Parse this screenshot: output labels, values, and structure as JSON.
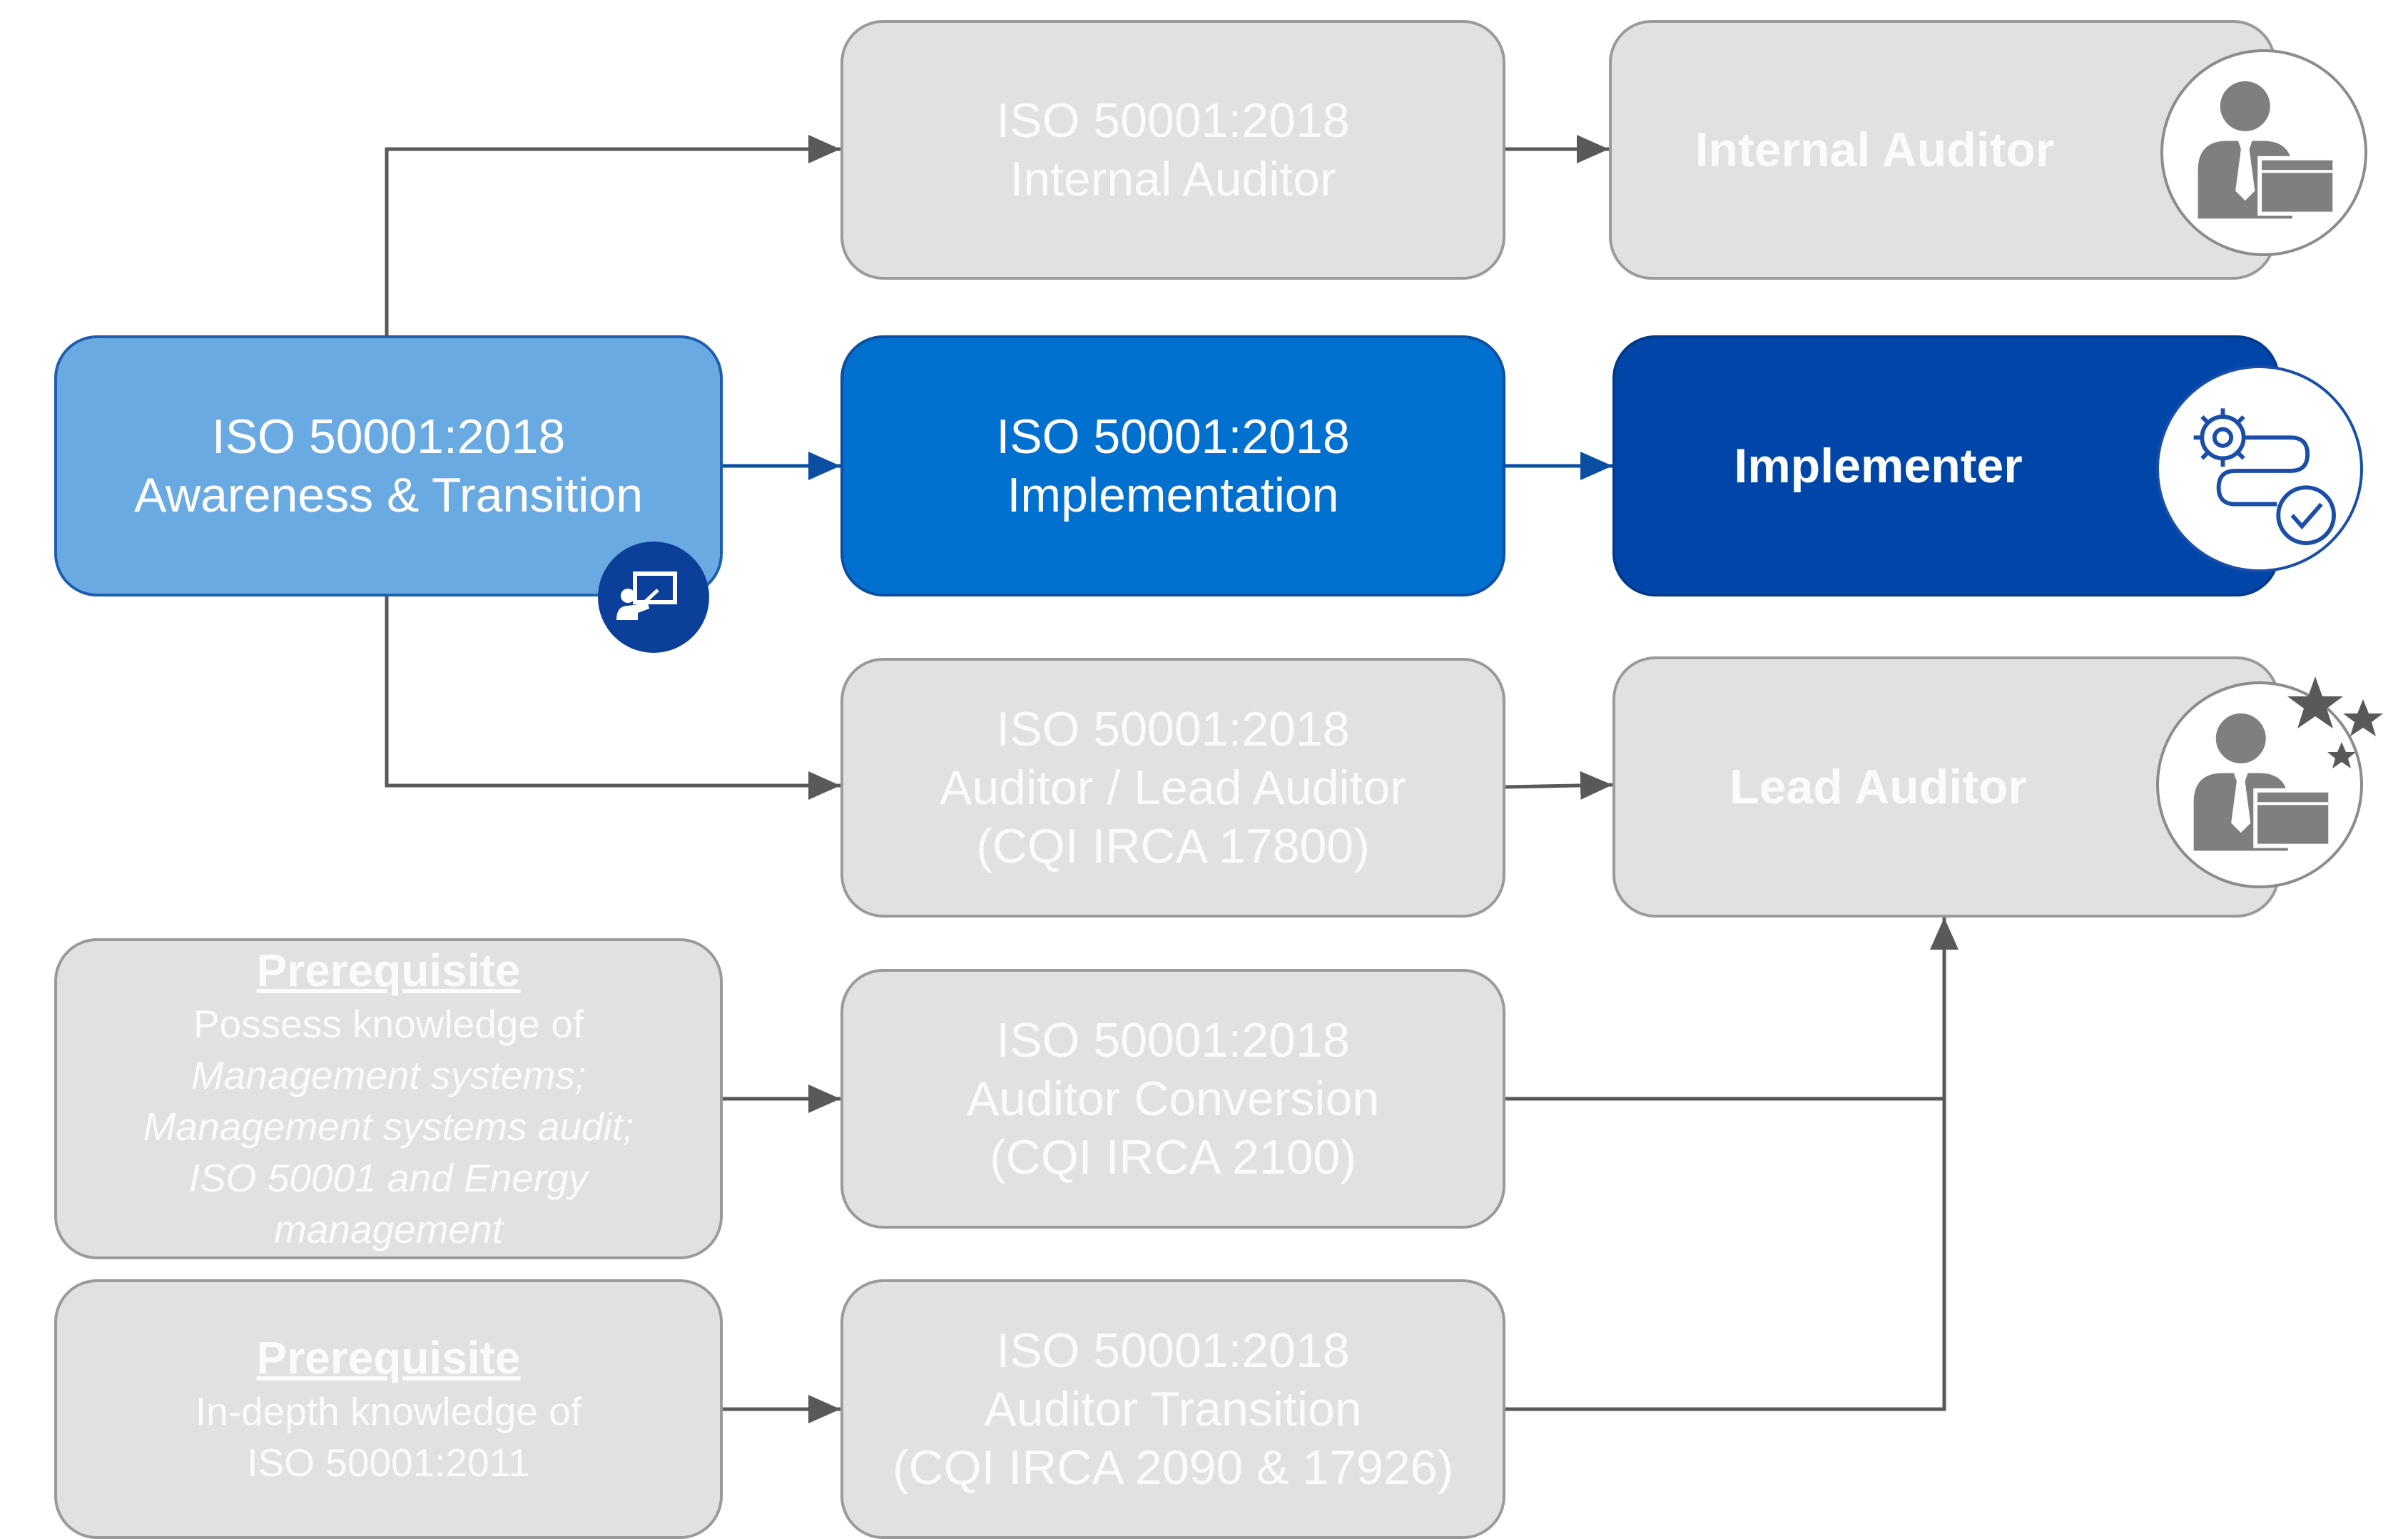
{
  "courses": {
    "awareness": {
      "line1": "ISO 50001:2018",
      "line2": "Awareness & Transition"
    },
    "internal_auditor": {
      "line1": "ISO 50001:2018",
      "line2": "Internal Auditor"
    },
    "implementation": {
      "line1": "ISO 50001:2018",
      "line2": "Implementation"
    },
    "lead_auditor": {
      "line1": "ISO 50001:2018",
      "line2": "Auditor / Lead Auditor",
      "line3": "(CQI IRCA 17800)"
    },
    "auditor_conversion": {
      "line1": "ISO 50001:2018",
      "line2": "Auditor Conversion",
      "line3": "(CQI IRCA 2100)"
    },
    "auditor_transition": {
      "line1": "ISO 50001:2018",
      "line2": "Auditor Transition",
      "line3": "(CQI IRCA 2090 & 17926)"
    }
  },
  "roles": {
    "internal_auditor": "Internal Auditor",
    "implementer": "Implementer",
    "lead_auditor": "Lead Auditor"
  },
  "prerequisites": {
    "first": {
      "title": "Prerequisite",
      "lines": [
        "Possess knowledge of",
        "Management systems;",
        "Management systems audit;",
        "ISO 50001 and Energy",
        "management"
      ]
    },
    "second": {
      "title": "Prerequisite",
      "lines": [
        "In-depth knowledge of",
        "ISO 50001:2011"
      ]
    }
  },
  "icons": {
    "training": "presentation-icon",
    "internal_auditor": "auditor-person-icon",
    "implementer": "gear-workflow-check-icon",
    "lead_auditor": "auditor-person-stars-icon"
  },
  "colors": {
    "grey_box": "#e1e1e1",
    "light_blue": "#6aaae2",
    "mid_blue": "#0270ce",
    "dark_blue": "#0046a8",
    "connector_grey": "#595959",
    "connector_blue": "#0b4fa3"
  }
}
